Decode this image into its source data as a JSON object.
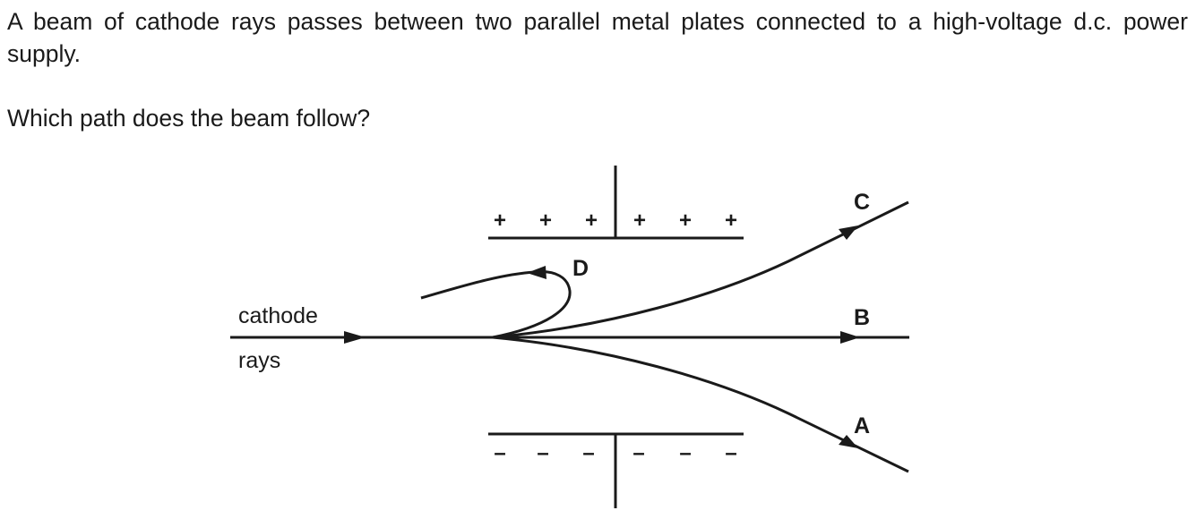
{
  "question": {
    "stem": "A beam of cathode rays passes between two parallel metal plates connected to a high-voltage d.c. power supply.",
    "prompt": "Which path does the beam follow?"
  },
  "diagram": {
    "beam_label_line1": "cathode",
    "beam_label_line2": "rays",
    "top_plate_charge": "+",
    "bottom_plate_charge": "–",
    "paths": [
      {
        "label": "A"
      },
      {
        "label": "B"
      },
      {
        "label": "C"
      },
      {
        "label": "D"
      }
    ]
  }
}
